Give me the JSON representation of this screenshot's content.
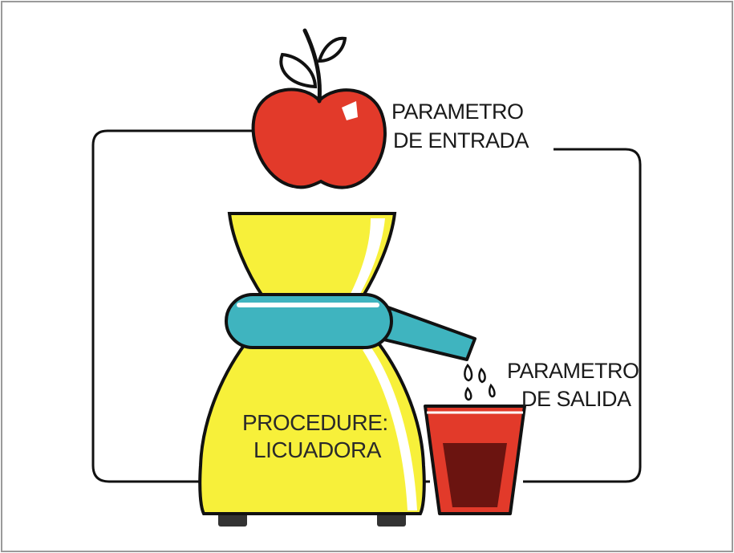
{
  "labels": {
    "input_line1": "PARAMETRO",
    "input_line2": "DE ENTRADA",
    "output_line1": "PARAMETRO",
    "output_line2": "DE SALIDA",
    "procedure_line1": "PROCEDURE:",
    "procedure_line2": "LICUADORA"
  },
  "colors": {
    "apple": "#e23a2a",
    "leaf_outline": "#111111",
    "blender_body": "#f7f03a",
    "blender_ring": "#3fb4bf",
    "glass": "#e23a2a",
    "juice": "#6b1410",
    "base_feet": "#333333",
    "outline": "#111111",
    "frame": "#9a9a9a"
  },
  "icons": [
    "apple-icon",
    "blender-icon",
    "glass-icon",
    "juice-drops-icon"
  ]
}
